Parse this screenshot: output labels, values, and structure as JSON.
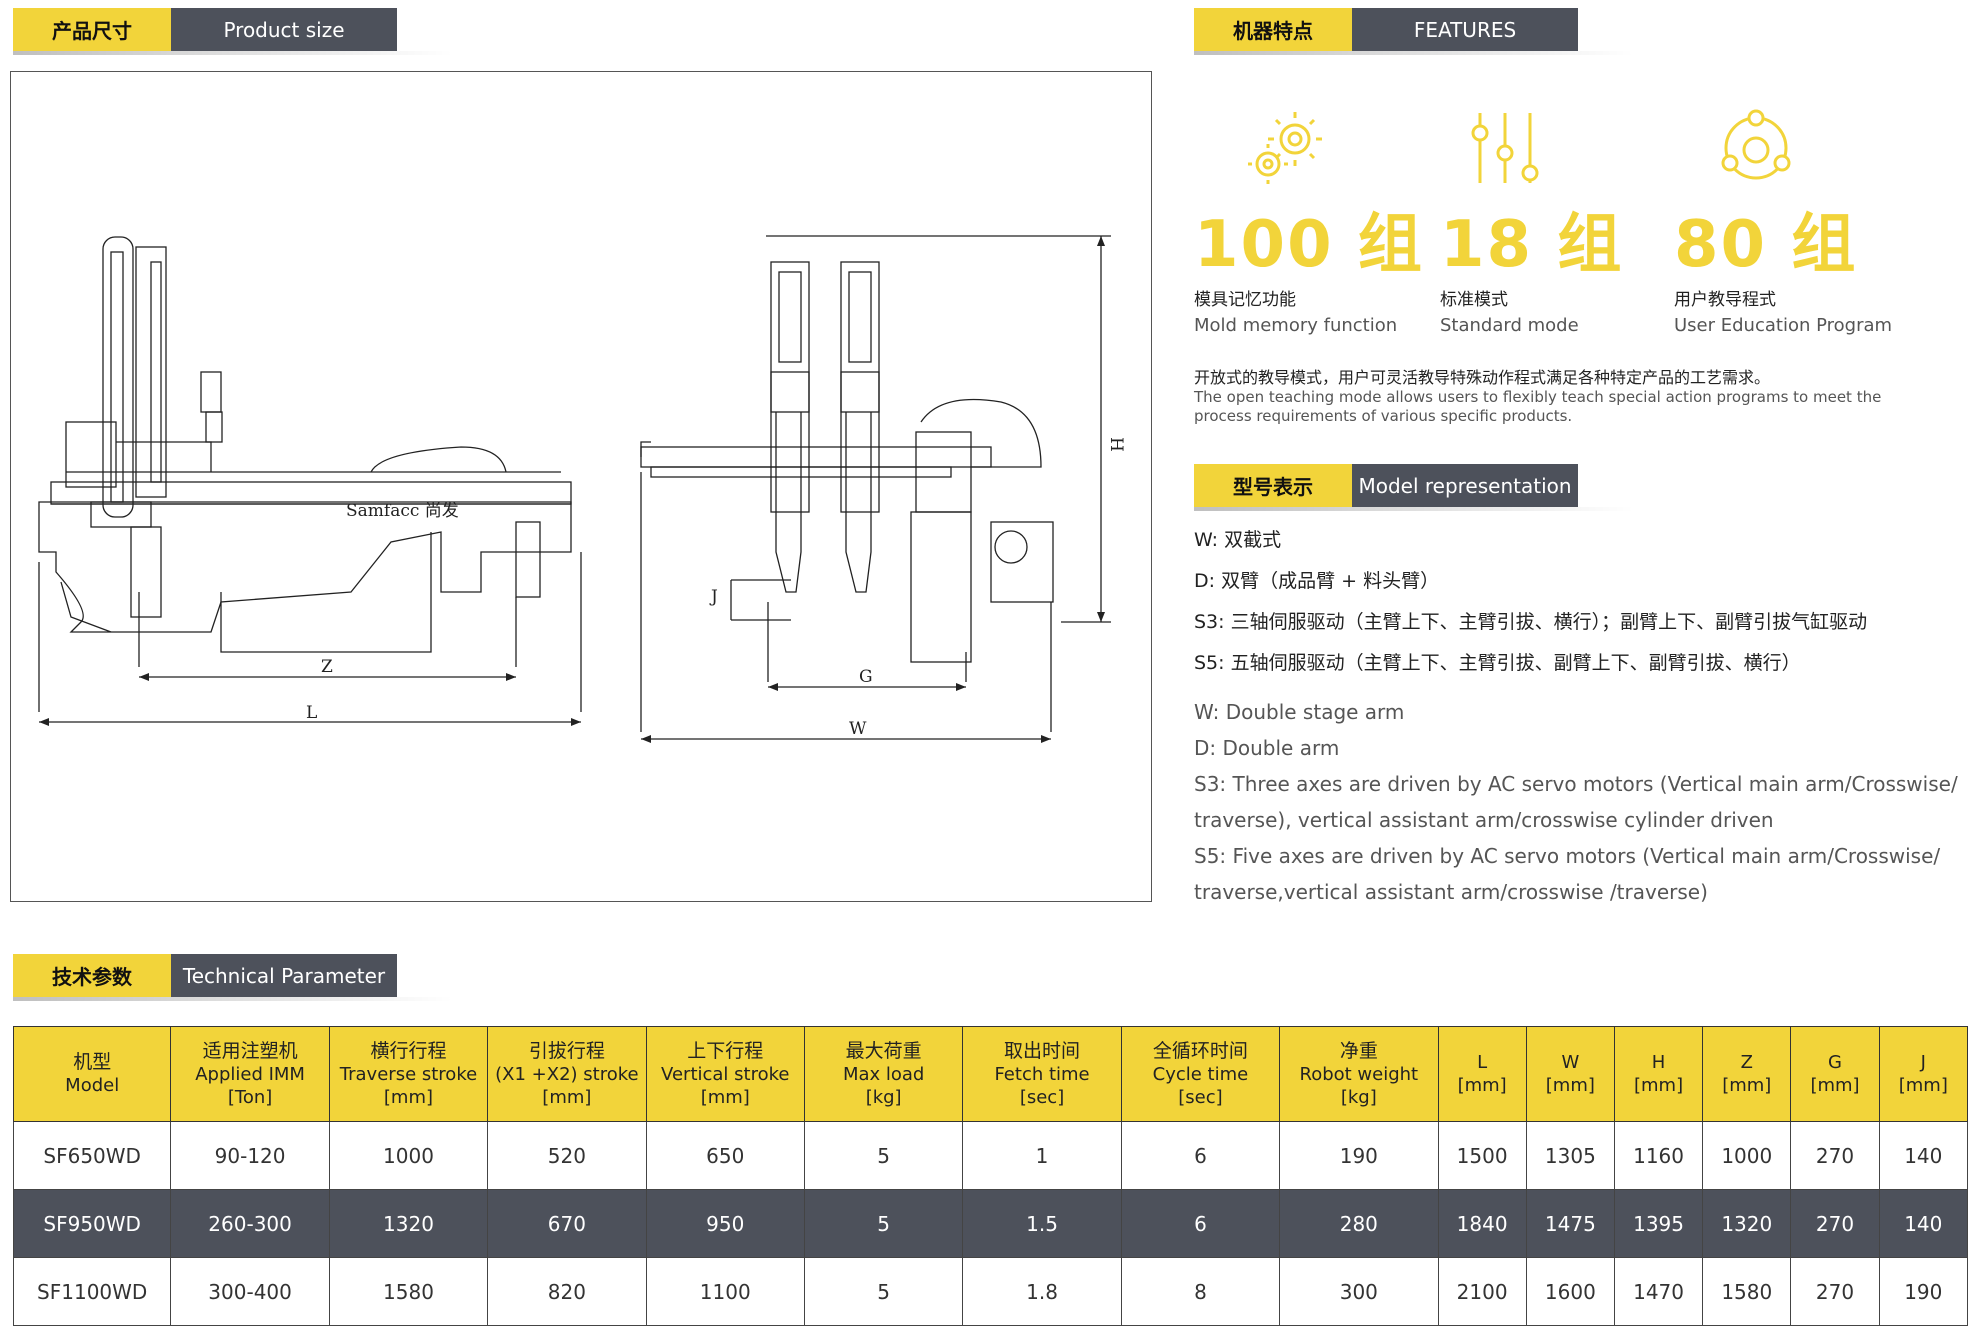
{
  "sections": {
    "product_size": {
      "zh": "产品尺寸",
      "en": "Product size"
    },
    "features": {
      "zh": "机器特点",
      "en": "FEATURES"
    },
    "model_rep": {
      "zh": "型号表示",
      "en": "Model representation"
    },
    "tech_param": {
      "zh": "技术参数",
      "en": "Technical Parameter"
    }
  },
  "drawing": {
    "brand": "Samfacc 尚发",
    "dims": {
      "z": "Z",
      "l": "L",
      "g": "G",
      "w": "W",
      "h": "H",
      "j": "J"
    }
  },
  "features": [
    {
      "icon": "gears-icon",
      "num": "100 组",
      "zh": "模具记忆功能",
      "en": "Mold memory function"
    },
    {
      "icon": "sliders-icon",
      "num": "18 组",
      "zh": "标准模式",
      "en": "Standard mode"
    },
    {
      "icon": "cycle-icon",
      "num": "80 组",
      "zh": "用户教导程式",
      "en": "User Education Program"
    }
  ],
  "feature_desc": {
    "zh": "开放式的教导模式，用户可灵活教导特殊动作程式满足各种特定产品的工艺需求。",
    "en": "The open teaching mode allows users to flexibly teach special action programs to meet the process requirements of various specific products."
  },
  "model_rep": {
    "zh": [
      "W: 双截式",
      "D: 双臂（成品臂 + 料头臂）",
      "S3: 三轴伺服驱动（主臂上下、主臂引拔、横行）；副臂上下、副臂引拔气缸驱动",
      "S5: 五轴伺服驱动（主臂上下、主臂引拔、副臂上下、副臂引拔、横行）"
    ],
    "en": [
      "W: Double stage arm",
      "D: Double arm",
      "S3: Three axes are driven by AC servo motors (Vertical main arm/Crosswise/",
      "traverse), vertical assistant arm/crosswise cylinder driven",
      "S5: Five axes are driven by AC servo motors (Vertical main arm/Crosswise/",
      "traverse,vertical assistant arm/crosswise /traverse)"
    ]
  },
  "table": {
    "headers": [
      {
        "zh": "机型",
        "en": "Model",
        "unit": ""
      },
      {
        "zh": "适用注塑机",
        "en": "Applied IMM",
        "unit": "[Ton]"
      },
      {
        "zh": "横行行程",
        "en": "Traverse stroke",
        "unit": "[mm]"
      },
      {
        "zh": "引拔行程",
        "en": "(X1 +X2) stroke",
        "unit": "[mm]"
      },
      {
        "zh": "上下行程",
        "en": "Vertical stroke",
        "unit": "[mm]"
      },
      {
        "zh": "最大荷重",
        "en": "Max load",
        "unit": "[kg]"
      },
      {
        "zh": "取出时间",
        "en": "Fetch time",
        "unit": "[sec]"
      },
      {
        "zh": "全循环时间",
        "en": "Cycle time",
        "unit": "[sec]"
      },
      {
        "zh": "净重",
        "en": "Robot weight",
        "unit": "[kg]"
      },
      {
        "zh": "",
        "en": "L",
        "unit": "[mm]"
      },
      {
        "zh": "",
        "en": "W",
        "unit": "[mm]"
      },
      {
        "zh": "",
        "en": "H",
        "unit": "[mm]"
      },
      {
        "zh": "",
        "en": "Z",
        "unit": "[mm]"
      },
      {
        "zh": "",
        "en": "G",
        "unit": "[mm]"
      },
      {
        "zh": "",
        "en": "J",
        "unit": "[mm]"
      }
    ],
    "rows": [
      [
        "SF650WD",
        "90-120",
        "1000",
        "520",
        "650",
        "5",
        "1",
        "6",
        "190",
        "1500",
        "1305",
        "1160",
        "1000",
        "270",
        "140"
      ],
      [
        "SF950WD",
        "260-300",
        "1320",
        "670",
        "950",
        "5",
        "1.5",
        "6",
        "280",
        "1840",
        "1475",
        "1395",
        "1320",
        "270",
        "140"
      ],
      [
        "SF1100WD",
        "300-400",
        "1580",
        "820",
        "1100",
        "5",
        "1.8",
        "8",
        "300",
        "2100",
        "1600",
        "1470",
        "1580",
        "270",
        "190"
      ]
    ],
    "colors": {
      "header": "#f2d43a",
      "dark_row": "#4d515b"
    }
  }
}
